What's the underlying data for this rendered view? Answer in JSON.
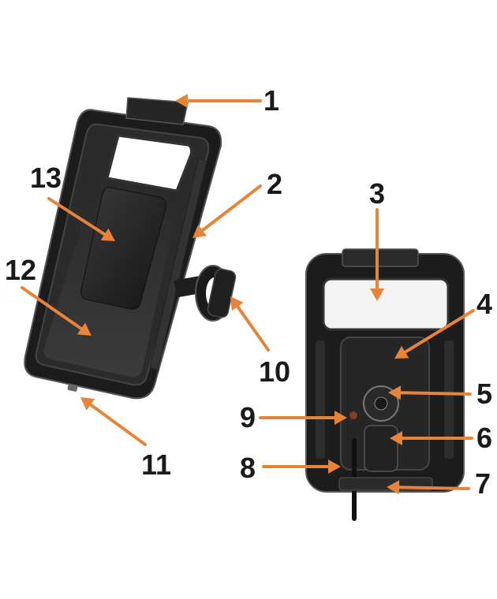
{
  "colors": {
    "background": "#ffffff",
    "arrow": "#e8833a",
    "case_body": "#1c1c1c",
    "case_edge": "#3a3a3a",
    "window": "#f3f3f3",
    "label": "#1a1a1a"
  },
  "callouts": [
    {
      "number": "1",
      "part": "top-cap"
    },
    {
      "number": "2",
      "part": "side-seal"
    },
    {
      "number": "3",
      "part": "rear-window"
    },
    {
      "number": "4",
      "part": "mount-plate"
    },
    {
      "number": "5",
      "part": "ball-joint"
    },
    {
      "number": "6",
      "part": "clamp-arm"
    },
    {
      "number": "7",
      "part": "bottom-edge"
    },
    {
      "number": "8",
      "part": "strap"
    },
    {
      "number": "9",
      "part": "screw"
    },
    {
      "number": "10",
      "part": "handlebar-clamp"
    },
    {
      "number": "11",
      "part": "bottom-port"
    },
    {
      "number": "12",
      "part": "inner-tray"
    },
    {
      "number": "13",
      "part": "foam-pad"
    }
  ]
}
